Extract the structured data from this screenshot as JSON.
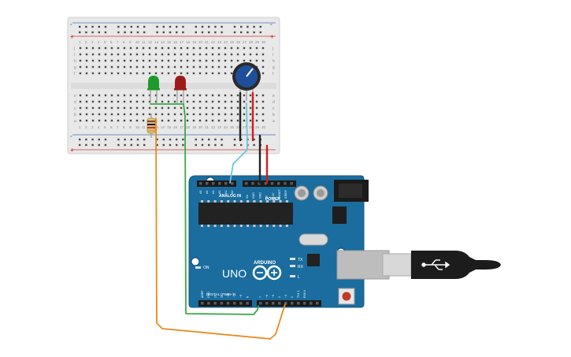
{
  "breadboard": {
    "rail_plus": "+",
    "rail_minus": "-",
    "rows_top": [
      "j",
      "i",
      "h",
      "g",
      "f"
    ],
    "rows_bottom": [
      "e",
      "d",
      "c",
      "b",
      "a"
    ],
    "columns": [
      "1",
      "2",
      "3",
      "4",
      "5",
      "6",
      "7",
      "8",
      "9",
      "10",
      "11",
      "12",
      "13",
      "14",
      "15",
      "16",
      "17",
      "18",
      "19",
      "20",
      "21",
      "22",
      "23",
      "24",
      "25",
      "26",
      "27",
      "28",
      "29",
      "30"
    ]
  },
  "components": {
    "led_green_color": "#1f9a2a",
    "led_red_color": "#9e1a1a",
    "potentiometer_color": "#1f4f9a"
  },
  "arduino": {
    "board_color": "#1a6d9e",
    "uno_label": "UNO",
    "brand_label": "ARDUINO",
    "on_label": "ON",
    "tx_label": "TX",
    "rx_label": "RX",
    "l_label": "L",
    "power_header_label": "POWER",
    "analog_header_label": "ANALOG IN",
    "digital_header_label": "DIGITAL (PWM~)",
    "analog_pins": [
      "A5",
      "A4",
      "A3",
      "A2",
      "A1",
      "A0"
    ],
    "power_pins": [
      "Vin",
      "GND",
      "GND",
      "5V",
      "3.3V",
      "RESET",
      "IOREF"
    ],
    "digital_pins": [
      "RX0 0",
      "TX1 1",
      "2",
      "~3",
      "4",
      "~5",
      "~6",
      "7",
      "8",
      "~9",
      "~10",
      "~11",
      "12",
      "13",
      "GND",
      "AREF"
    ]
  },
  "wires": {
    "orange": "#e8891e",
    "green": "#3aa845",
    "cyan": "#6cc6d9",
    "black": "#222222",
    "red": "#d11c1c"
  }
}
